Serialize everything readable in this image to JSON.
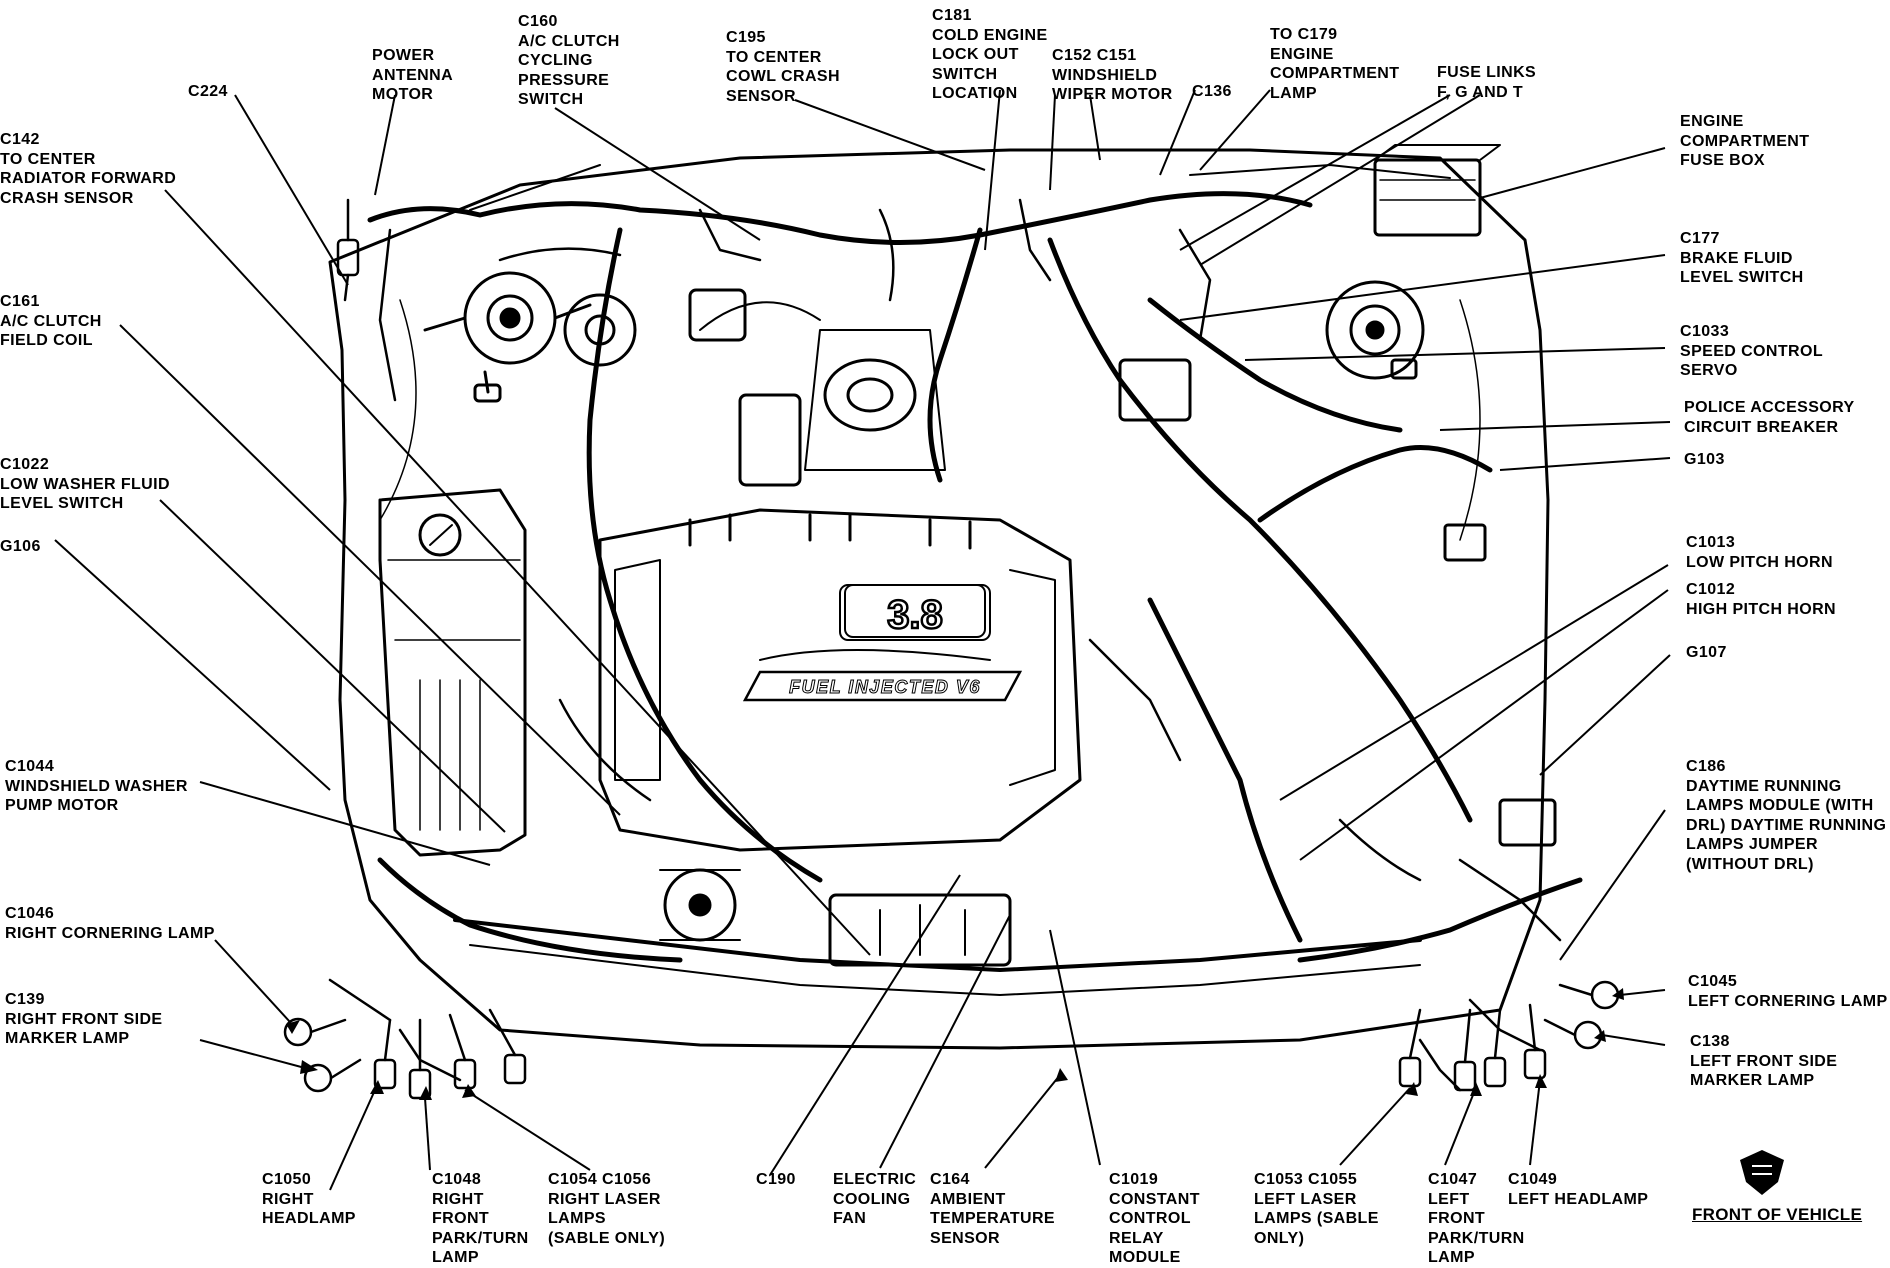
{
  "callouts": [
    {
      "id": "power-antenna-motor",
      "text": "POWER\nANTENNA\nMOTOR"
    },
    {
      "id": "c160",
      "text": "C160\nA/C CLUTCH\nCYCLING\nPRESSURE\nSWITCH"
    },
    {
      "id": "c195",
      "text": "C195\nTO CENTER\nCOWL CRASH\nSENSOR"
    },
    {
      "id": "c181-cold-engine",
      "text": "C181\nCOLD ENGINE\nLOCK OUT\nSWITCH\nLOCATION"
    },
    {
      "id": "c152-c151",
      "text": "C152 C151\nWINDSHIELD\nWIPER MOTOR"
    },
    {
      "id": "c136",
      "text": "C136"
    },
    {
      "id": "to-c179",
      "text": "TO C179\nENGINE\nCOMPARTMENT\nLAMP"
    },
    {
      "id": "fuse-links",
      "text": "FUSE LINKS\nF, G AND T"
    },
    {
      "id": "c224",
      "text": "C224"
    },
    {
      "id": "c142",
      "text": "C142\nTO CENTER\nRADIATOR FORWARD\nCRASH SENSOR"
    },
    {
      "id": "c161",
      "text": "C161\nA/C CLUTCH\nFIELD COIL"
    },
    {
      "id": "c1022",
      "text": "C1022\nLOW WASHER FLUID\nLEVEL SWITCH"
    },
    {
      "id": "g106",
      "text": "G106"
    },
    {
      "id": "c1044",
      "text": "C1044\nWINDSHIELD WASHER\nPUMP MOTOR"
    },
    {
      "id": "c1046",
      "text": "C1046\nRIGHT CORNERING LAMP"
    },
    {
      "id": "c139",
      "text": "C139\nRIGHT FRONT SIDE\nMARKER LAMP"
    },
    {
      "id": "engine-fuse-box",
      "text": "ENGINE\nCOMPARTMENT\nFUSE BOX"
    },
    {
      "id": "c177",
      "text": "C177\nBRAKE FLUID\nLEVEL SWITCH"
    },
    {
      "id": "c1033",
      "text": "C1033\nSPEED CONTROL\nSERVO"
    },
    {
      "id": "police-breaker",
      "text": "POLICE ACCESSORY\nCIRCUIT BREAKER"
    },
    {
      "id": "g103",
      "text": "G103"
    },
    {
      "id": "c1013",
      "text": "C1013\nLOW PITCH HORN"
    },
    {
      "id": "c1012",
      "text": "C1012\nHIGH PITCH HORN"
    },
    {
      "id": "g107",
      "text": "G107"
    },
    {
      "id": "c186",
      "text": "C186\nDAYTIME RUNNING\nLAMPS MODULE (WITH\nDRL) DAYTIME RUNNING\nLAMPS JUMPER\n(WITHOUT DRL)"
    },
    {
      "id": "c1045",
      "text": "C1045\nLEFT CORNERING LAMP"
    },
    {
      "id": "c138",
      "text": "C138\nLEFT FRONT SIDE\nMARKER LAMP"
    },
    {
      "id": "c1050",
      "text": "C1050\nRIGHT\nHEADLAMP"
    },
    {
      "id": "c1048",
      "text": "C1048\nRIGHT\nFRONT\nPARK/TURN\nLAMP"
    },
    {
      "id": "c1054-c1056",
      "text": "C1054 C1056\nRIGHT LASER\nLAMPS\n(SABLE ONLY)"
    },
    {
      "id": "c190",
      "text": "C190"
    },
    {
      "id": "electric-cooling-fan",
      "text": "ELECTRIC\nCOOLING\nFAN"
    },
    {
      "id": "c164",
      "text": "C164\nAMBIENT\nTEMPERATURE\nSENSOR"
    },
    {
      "id": "c1019",
      "text": "C1019\nCONSTANT\nCONTROL\nRELAY\nMODULE"
    },
    {
      "id": "c1053-c1055",
      "text": "C1053 C1055\nLEFT LASER\nLAMPS (SABLE\nONLY)"
    },
    {
      "id": "c1047",
      "text": "C1047\nLEFT\nFRONT\nPARK/TURN\nLAMP"
    },
    {
      "id": "c1049",
      "text": "C1049\nLEFT HEADLAMP"
    }
  ],
  "engine_badge": {
    "displacement": "3.8",
    "name": "FUEL INJECTED V6"
  },
  "footer": {
    "front_of_vehicle": "FRONT OF VEHICLE"
  },
  "colors": {
    "ink": "#000000",
    "paper": "#ffffff"
  }
}
